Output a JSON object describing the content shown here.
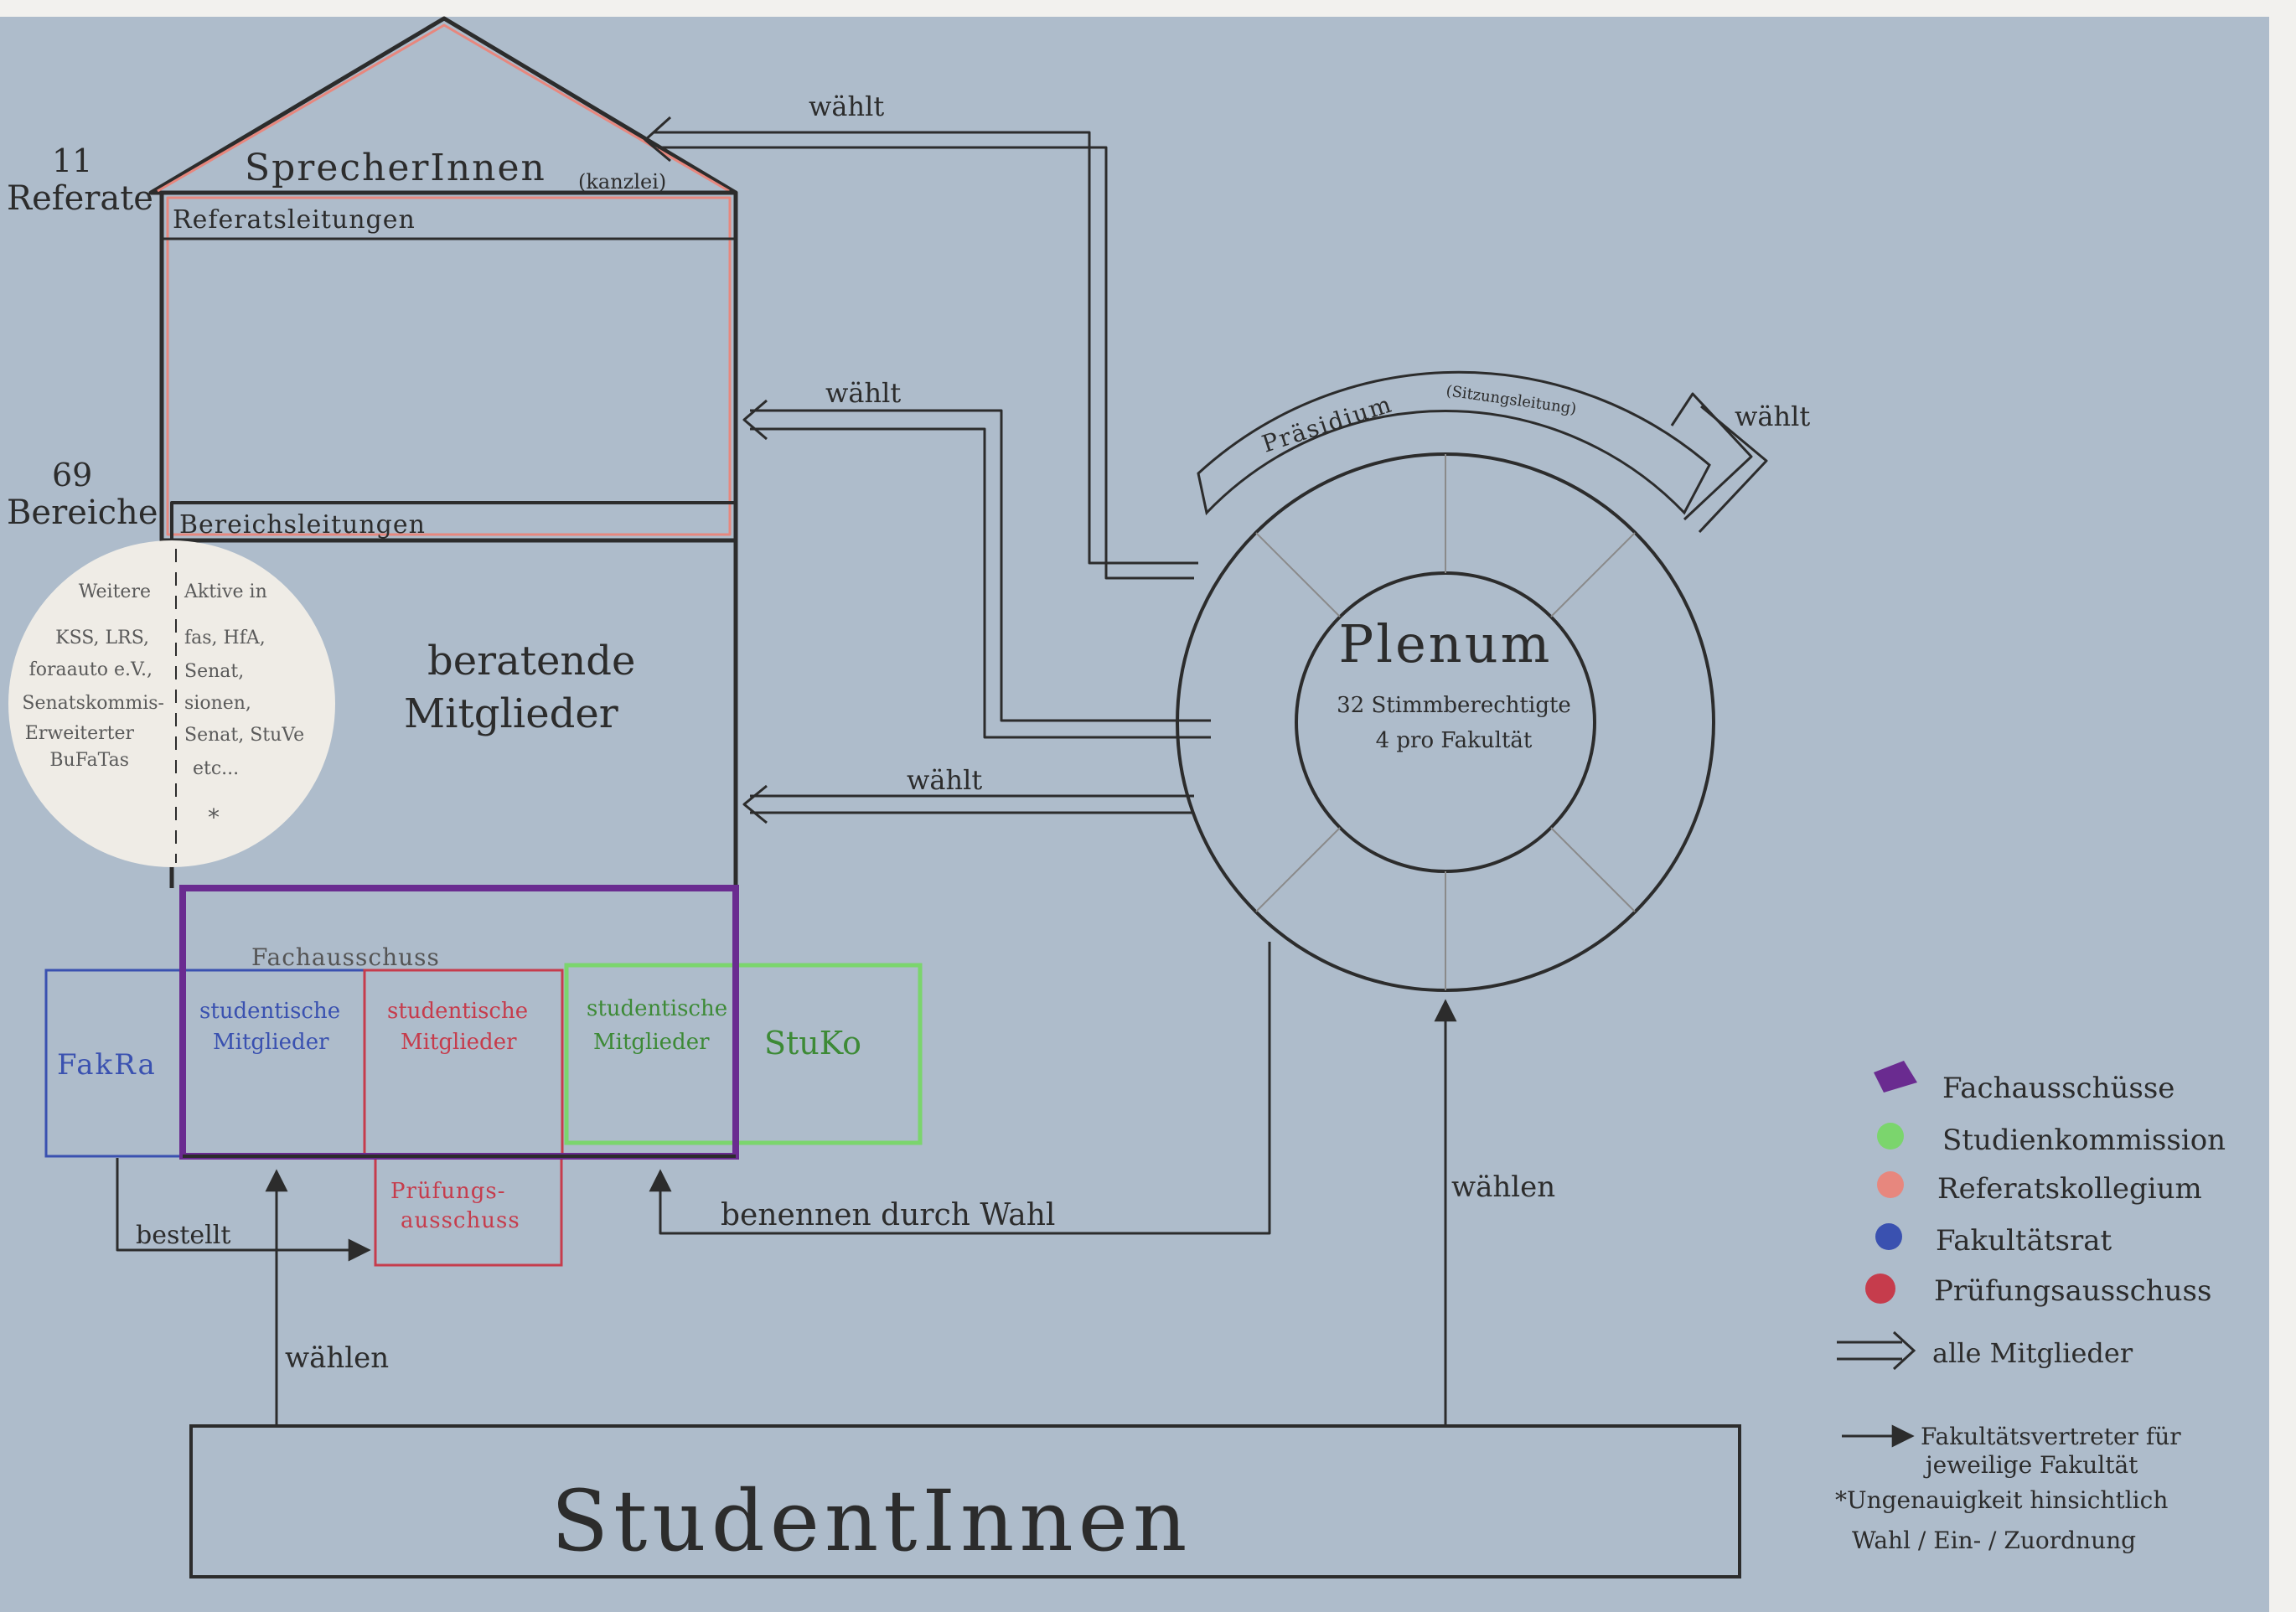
{
  "colors": {
    "board": "#aebccb",
    "ink": "#2c2c2c",
    "referatskollegium": "#e7877e",
    "fachausschuss": "#6a2b90",
    "studienkommission": "#7bd56d",
    "fakultaetsrat": "#3a51b0",
    "pruefungsausschuss": "#c63c4c",
    "note_circle": "#efece6"
  },
  "house": {
    "roof_title": "SprecherInnen",
    "roof_subtitle": "(kanzlei)",
    "referate_count": "11",
    "referate_label": "Referate",
    "referatsleitungen": "Referatsleitungen",
    "bereiche_count": "69",
    "bereiche_label": "Bereiche",
    "bereichsleitungen": "Bereichsleitungen",
    "beratende_1": "beratende",
    "beratende_2": "Mitglieder"
  },
  "note": {
    "left": [
      "Weitere",
      "KSS, LRS,",
      "foraauto e.V.,",
      "Senatskommis-",
      "Erweiterter",
      "BuFaTas"
    ],
    "right": [
      "Aktive in",
      "fas, HfA,",
      "Senat,",
      "sionen,",
      "Senat, StuVe",
      "etc..."
    ],
    "asterisk": "*"
  },
  "committees": {
    "fachausschuss": "Fachausschuss",
    "fakra": "FakRa",
    "stud_mitglieder_1": "studentische",
    "stud_mitglieder_2": "Mitglieder",
    "stud_mitglieder_pa_2": "Mitglieder",
    "stuko": "StuKo",
    "pruefung_1": "Prüfungs-",
    "pruefung_2": "ausschuss"
  },
  "plenum": {
    "praesidium": "Präsidium",
    "sitzungsleitung": "(Sitzungsleitung)",
    "title": "Plenum",
    "line1": "32 Stimmberechtigte",
    "line2": "4 pro Fakultät"
  },
  "arrows": {
    "waehlt_top": "wählt",
    "waehlt_mid": "wählt",
    "waehlt_low": "wählt",
    "waehlt_self": "wählt",
    "bestellt": "bestellt",
    "benennen": "benennen durch Wahl",
    "waehlen_left": "wählen",
    "waehlen_right": "wählen"
  },
  "students": "StudentInnen",
  "legend": {
    "items": [
      {
        "label": "Fachausschüsse",
        "color": "#6a2b90"
      },
      {
        "label": "Studienkommission",
        "color": "#7bd56d"
      },
      {
        "label": "Referatskollegium",
        "color": "#e7877e"
      },
      {
        "label": "Fakultätsrat",
        "color": "#3a51b0"
      },
      {
        "label": "Prüfungsausschuss",
        "color": "#c63c4c"
      }
    ],
    "alle": "alle Mitglieder",
    "fakultaet_1": "Fakultätsvertreter für",
    "fakultaet_2": "jeweilige Fakultät",
    "ungenau_1": "*Ungenauigkeit hinsichtlich",
    "ungenau_2": "Wahl / Ein- / Zuordnung"
  }
}
